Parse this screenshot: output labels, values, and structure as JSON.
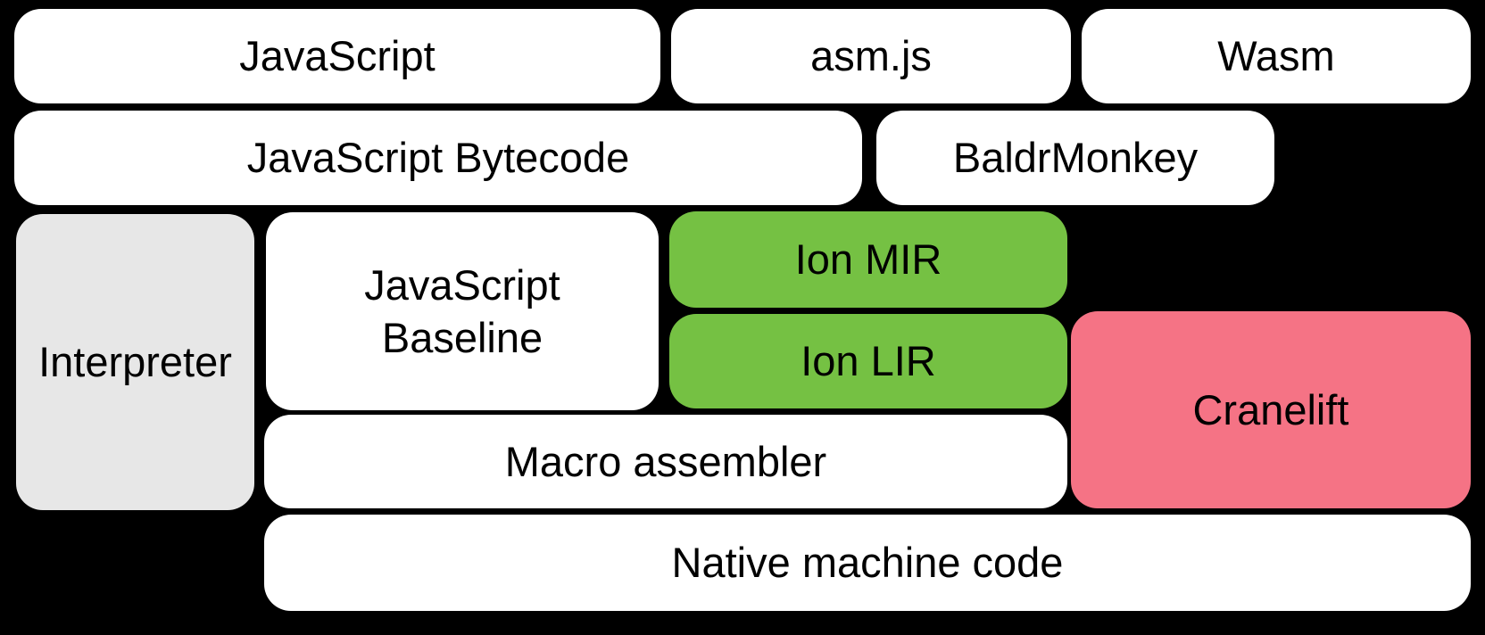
{
  "diagram": {
    "background_color": "#000000",
    "text_color": "#000000",
    "colors": {
      "white_box": "#FFFFFF",
      "gray_box": "#E7E7E7",
      "green_box": "#75C143",
      "pink_box": "#F57385"
    },
    "boxes": {
      "javascript": {
        "label": "JavaScript",
        "color": "#FFFFFF"
      },
      "asmjs": {
        "label": "asm.js",
        "color": "#FFFFFF"
      },
      "wasm": {
        "label": "Wasm",
        "color": "#FFFFFF"
      },
      "js_bytecode": {
        "label": "JavaScript Bytecode",
        "color": "#FFFFFF"
      },
      "baldrmonkey": {
        "label": "BaldrMonkey",
        "color": "#FFFFFF"
      },
      "interpreter": {
        "label": "Interpreter",
        "color": "#E7E7E7"
      },
      "js_baseline": {
        "label": "JavaScript\nBaseline",
        "color": "#FFFFFF"
      },
      "ion_mir": {
        "label": "Ion MIR",
        "color": "#75C143"
      },
      "ion_lir": {
        "label": "Ion LIR",
        "color": "#75C143"
      },
      "cranelift": {
        "label": "Cranelift",
        "color": "#F57385"
      },
      "macro_assembler": {
        "label": "Macro assembler",
        "color": "#FFFFFF"
      },
      "native_machine_code": {
        "label": "Native machine code",
        "color": "#FFFFFF"
      }
    }
  }
}
